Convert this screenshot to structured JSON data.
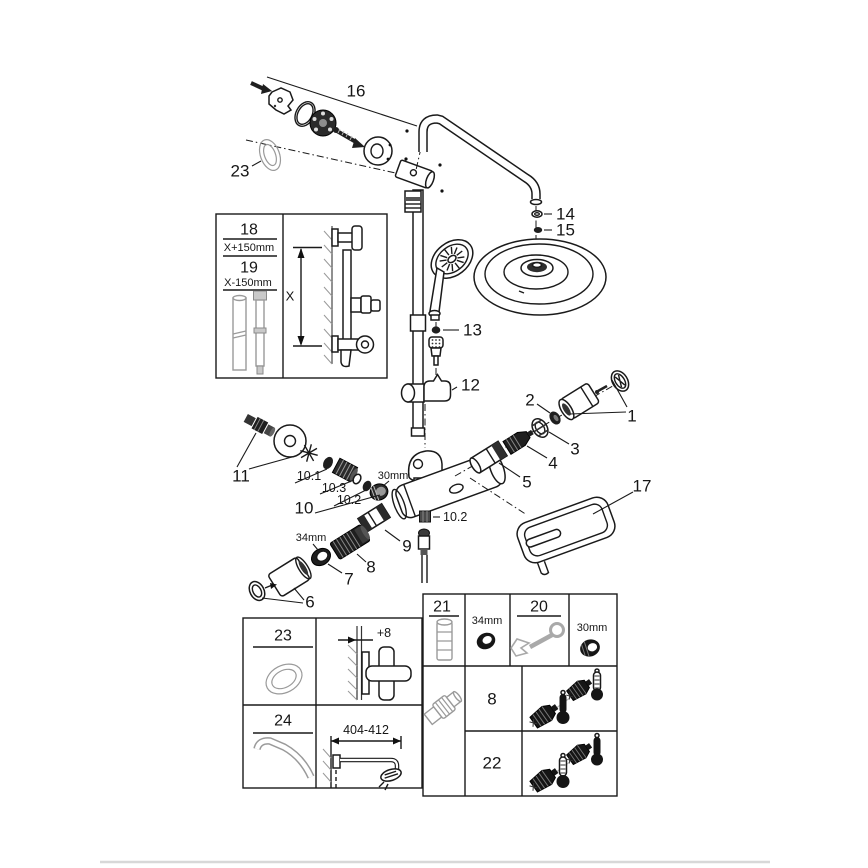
{
  "diagram": {
    "subject": "thermostatic-shower-system-exploded-parts-diagram",
    "callouts": {
      "c1": "1",
      "c2": "2",
      "c3": "3",
      "c4": "4",
      "c5": "5",
      "c6": "6",
      "c7": "7",
      "c8": "8",
      "c9": "9",
      "c10": "10",
      "c10_1": "10.1",
      "c10_2": "10.2",
      "c10_3": "10.3",
      "c11": "11",
      "c12": "12",
      "c13": "13",
      "c14": "14",
      "c15": "15",
      "c16": "16",
      "c17": "17",
      "c23": "23"
    },
    "dims": {
      "d30": "30mm",
      "d34": "34mm"
    }
  },
  "inset_length": {
    "n18": "18",
    "d18": "X+150mm",
    "n19": "19",
    "d19": "X-150mm",
    "x": "X"
  },
  "inset_service": {
    "n23": "23",
    "d23": "+8",
    "n24": "24",
    "d24": "404-412"
  },
  "service_table": {
    "n21": "21",
    "d21": "34mm",
    "n20": "20",
    "d20": "30mm",
    "r8": "8",
    "r22": "22"
  },
  "colors": {
    "ink": "#1a1a1a",
    "gray": "#9a9a9a",
    "footer_rule": "#d8d8d8"
  }
}
